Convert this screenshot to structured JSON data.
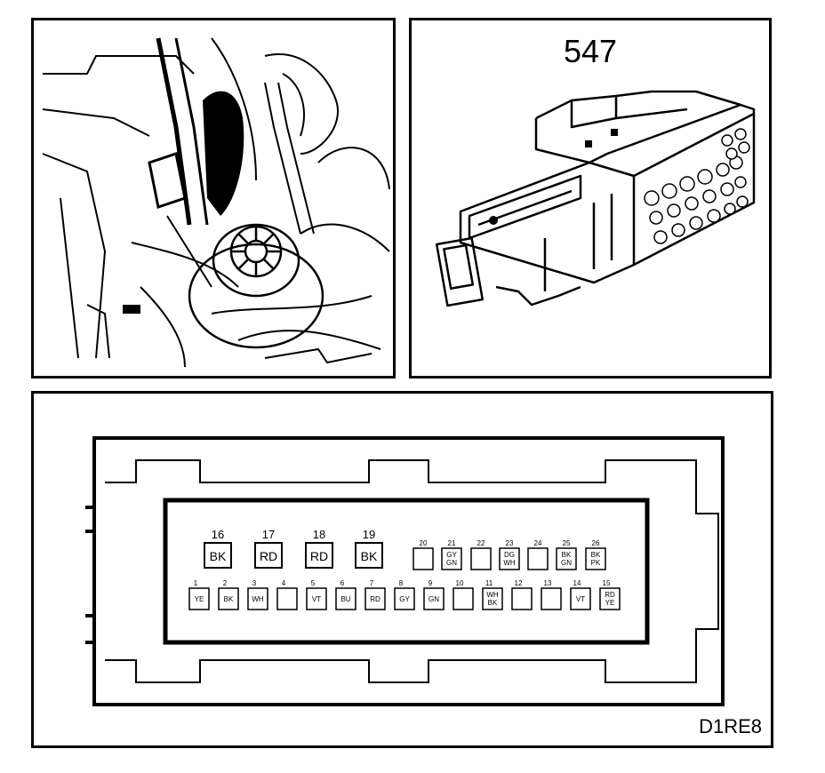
{
  "figure_code": "D1RE8",
  "connector": {
    "part_number": "547"
  },
  "pins_large": [
    {
      "num": "16",
      "color": "BK"
    },
    {
      "num": "17",
      "color": "RD"
    },
    {
      "num": "18",
      "color": "RD"
    },
    {
      "num": "19",
      "color": "BK"
    }
  ],
  "pins_upper": [
    {
      "num": "20",
      "color": []
    },
    {
      "num": "21",
      "color": [
        "GY",
        "GN"
      ]
    },
    {
      "num": "22",
      "color": []
    },
    {
      "num": "23",
      "color": [
        "DG",
        "WH"
      ]
    },
    {
      "num": "24",
      "color": []
    },
    {
      "num": "25",
      "color": [
        "BK",
        "GN"
      ]
    },
    {
      "num": "26",
      "color": [
        "BK",
        "PK"
      ]
    }
  ],
  "pins_lower": [
    {
      "num": "1",
      "color": [
        "YE"
      ]
    },
    {
      "num": "2",
      "color": [
        "BK"
      ]
    },
    {
      "num": "3",
      "color": [
        "WH"
      ]
    },
    {
      "num": "4",
      "color": []
    },
    {
      "num": "5",
      "color": [
        "VT"
      ]
    },
    {
      "num": "6",
      "color": [
        "BU"
      ]
    },
    {
      "num": "7",
      "color": [
        "RD"
      ]
    },
    {
      "num": "8",
      "color": [
        "GY"
      ]
    },
    {
      "num": "9",
      "color": [
        "GN"
      ]
    },
    {
      "num": "10",
      "color": []
    },
    {
      "num": "11",
      "color": [
        "WH",
        "BK"
      ]
    },
    {
      "num": "12",
      "color": []
    },
    {
      "num": "13",
      "color": []
    },
    {
      "num": "14",
      "color": [
        "VT"
      ]
    },
    {
      "num": "15",
      "color": [
        "RD",
        "YE"
      ]
    }
  ]
}
